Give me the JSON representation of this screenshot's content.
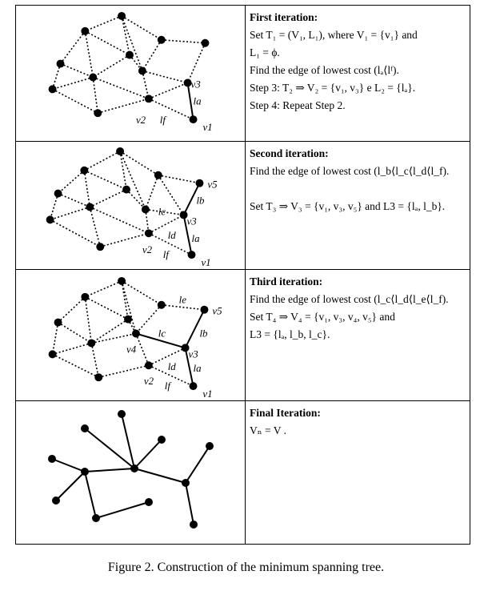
{
  "caption": "Figure 2.   Construction of the minimum spanning tree.",
  "panels": [
    {
      "heading": "First iteration:",
      "lines": [
        "Set T₁ = (V₁, L₁), where V₁ = {v₁} and",
        "L₁ = ϕ.",
        "Find the edge of lowest cost (lₐ⟨lᶠ).",
        "Step 3: T₂ ⇒ V₂ = {v₁, v₃} e  L₂ = {lₐ}.",
        "Step 4: Repeat Step 2."
      ],
      "labels": {
        "v3": "v3",
        "la": "la",
        "v2": "v2",
        "lf": "lf",
        "v1": "v1"
      }
    },
    {
      "heading": "Second iteration:",
      "lines": [
        "Find the edge of lowest cost (l_b⟨l_c⟨l_d⟨l_f).",
        "",
        "Set T₃ ⇒ V₃ = {v₁, v₃, v₅} and L3 = {lₐ, l_b}."
      ],
      "labels": {
        "v5": "v5",
        "lb": "lb",
        "lc": "lc",
        "v3": "v3",
        "ld": "ld",
        "la": "la",
        "v2": "v2",
        "lf": "lf",
        "v1": "v1"
      }
    },
    {
      "heading": "Third iteration:",
      "lines": [
        "Find the edge of lowest cost (l_c⟨l_d⟨l_e⟨l_f).",
        "Set T₄ ⇒ V₄ = {v₁, v₃, v₄, v₅}  and",
        "L3 = {lₐ, l_b, l_c}."
      ],
      "labels": {
        "le": "le",
        "v5": "v5",
        "lc": "lc",
        "lb": "lb",
        "v4": "v4",
        "v3": "v3",
        "ld": "ld",
        "la": "la",
        "v2": "v2",
        "lf": "lf",
        "v1": "v1"
      }
    },
    {
      "heading": "Final Iteration:",
      "lines": [
        "Vₙ = V ."
      ],
      "labels": {}
    }
  ]
}
